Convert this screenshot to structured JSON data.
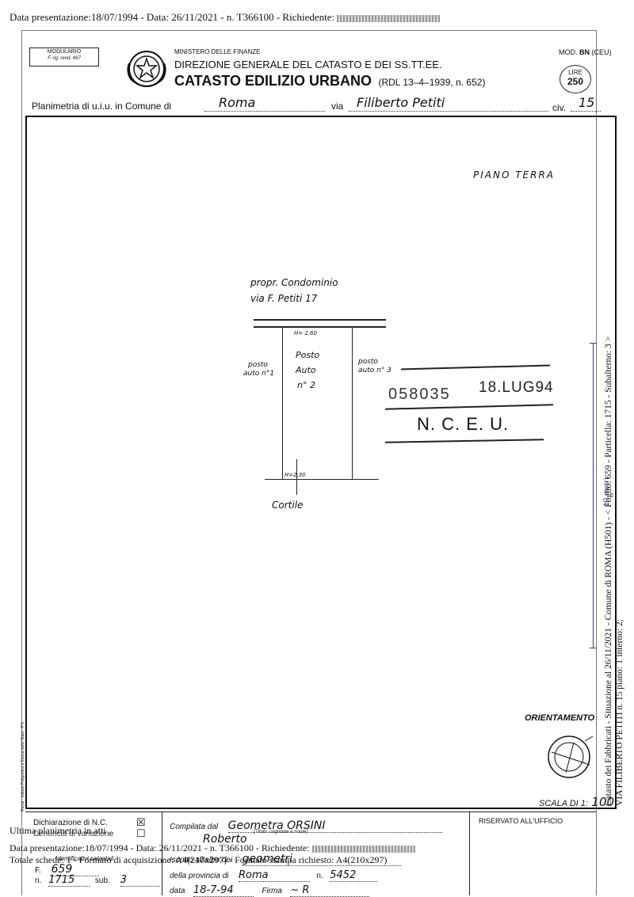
{
  "header_line": {
    "text": "Data presentazione:18/07/1994 - Data: 26/11/2021 - n. T366100 - Richiedente:"
  },
  "form": {
    "modulario_title": "MODULARIO",
    "modulario_sub": "F. rig. rend. 497",
    "ministry": "MINISTERO DELLE FINANZE",
    "direction": "DIREZIONE GENERALE DEL CATASTO E DEI SS.TT.EE.",
    "catasto_title": "CATASTO EDILIZIO URBANO",
    "catasto_law": "(RDL 13–4–1939, n. 652)",
    "mod_label": "MOD.",
    "mod_bn": "BN",
    "mod_ceu": "(CEU)",
    "lire_label": "LIRE",
    "lire_value": "250",
    "planimetria_label": "Planimetria di u.i.u. in Comune di",
    "comune": "Roma",
    "via_label": "via",
    "via_value": "Filiberto Petiti",
    "civ_label": "civ.",
    "civ_value": "15"
  },
  "plan": {
    "floor_label": "PIANO TERRA",
    "owner_line1": "propr. Condominio",
    "owner_line2": "via F. Petiti 17",
    "height_top": "H= 2,60",
    "height_bottom": "H=2,30",
    "unit_line1": "Posto",
    "unit_line2": "Auto",
    "unit_line3": "n° 2",
    "left_line1": "posto",
    "left_line2": "auto n°1",
    "right_line1": "posto",
    "right_line2": "auto n° 3",
    "courtyard": "Cortile",
    "stamp_number": "058035",
    "stamp_date": "18.LUG94",
    "stamp_office": "N. C. E. U.",
    "orientation_label": "ORIENTAMENTO",
    "scale_label": "SCALA DI 1:",
    "scale_value": "100",
    "printer_note": "Roma - Istituto Poligrafico e Zecca dello Stato - P.V.",
    "side_stamp": "10 metri"
  },
  "side_text": {
    "line1": "Catasto dei Fabbricati - Situazione al 26/11/2021 - Comune di ROMA (H501) - < Foglio: 659 - Particella: 1715 - Subalterno: 3 >",
    "line2": "VIA FILIBERTO PETITI n. 15 piano: T interno: 2;"
  },
  "footer": {
    "dichiarazione_label": "Dichiarazione di N.C.",
    "dichiarazione_mark": "☒",
    "denuncia_label": "Denuncia di variazione",
    "denuncia_mark": "☐",
    "identificativi_label": "Identificativi catastali",
    "foglio_label": "F.",
    "foglio_value": "659",
    "particella_label": "n.",
    "particella_value": "1715",
    "sub_label": "sub.",
    "sub_value": "3",
    "compilata_label": "Compilata dal",
    "compilata_value": "Geometra ORSINI",
    "titolo_note": "(Titolo, cognome e nome)",
    "compilata_name": "Roberto",
    "iscritto_label": "Iscritto all'albo dei",
    "iscritto_value": "geometri",
    "provincia_label": "della provincia di",
    "provincia_value": "Roma",
    "n_label": "n.",
    "n_value": "5452",
    "data_label": "data",
    "data_value": "18-7-94",
    "firma_label": "Firma",
    "firma_value": "~ R",
    "riservato_label": "RISERVATO ALL'UFFICIO"
  },
  "bottom_lines": {
    "ultima": "Ultima planimetria in atti",
    "data_line": "Data presentazione:18/07/1994 - Data: 26/11/2021 - n. T366100 - Richiedente:",
    "totale_line": "Totale schede: 1 - Formato di acquisizione: A4(210x297) - Formato stampa richiesto: A4(210x297)"
  }
}
